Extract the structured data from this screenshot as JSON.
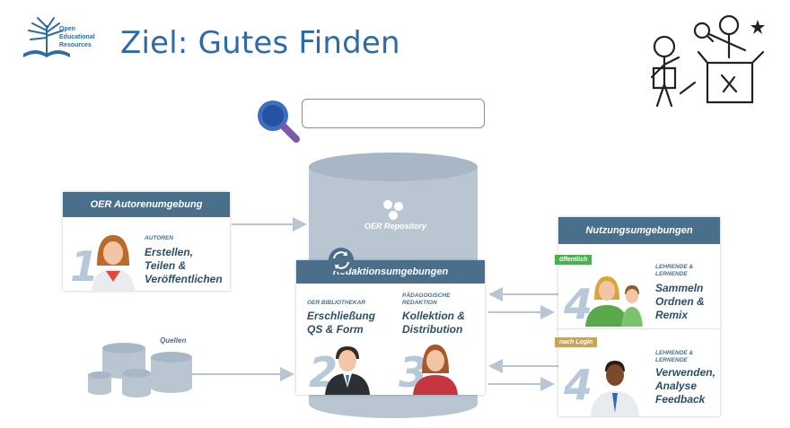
{
  "logo": {
    "line1": "Open",
    "line2": "Educational",
    "line3": "Resources"
  },
  "title": "Ziel: Gutes Finden",
  "search": {
    "value": ""
  },
  "repository": {
    "label": "OER Repository"
  },
  "autor": {
    "header": "OER Autorenumgebung",
    "number": "1",
    "role": "AUTOREN",
    "lines": [
      "Erstellen,",
      "Teilen &",
      "Veröffentlichen"
    ]
  },
  "redaktion": {
    "header": "Redaktionsumgebungen",
    "left": {
      "role1": "OER BIBLIOTHEKAR",
      "lines": [
        "Erschließung",
        "QS & Form"
      ],
      "number": "2"
    },
    "right": {
      "role1": "PÄDAGOGISCHE",
      "role2": "REDAKTION",
      "lines": [
        "Kollektion &",
        "Distribution"
      ],
      "number": "3"
    }
  },
  "quellen": {
    "label": "Quellen"
  },
  "nutzung": {
    "header": "Nutzungsumgebungen",
    "top": {
      "tag": "öffentlich",
      "role1": "LEHRENDE &",
      "role2": "LERNENDE",
      "lines": [
        "Sammeln",
        "Ordnen &",
        "Remix"
      ],
      "number": "4"
    },
    "bottom": {
      "tag": "nach Login",
      "role1": "LEHRENDE &",
      "role2": "LERNENDE",
      "lines": [
        "Verwenden,",
        "Analyse",
        "Feedback"
      ],
      "number": "4"
    }
  },
  "colors": {
    "title": "#2e6aa8",
    "header": "#4a6f8a",
    "tag_public": "#4caf50",
    "tag_login": "#c7a65a",
    "cylinder": "#b9c6d2"
  }
}
